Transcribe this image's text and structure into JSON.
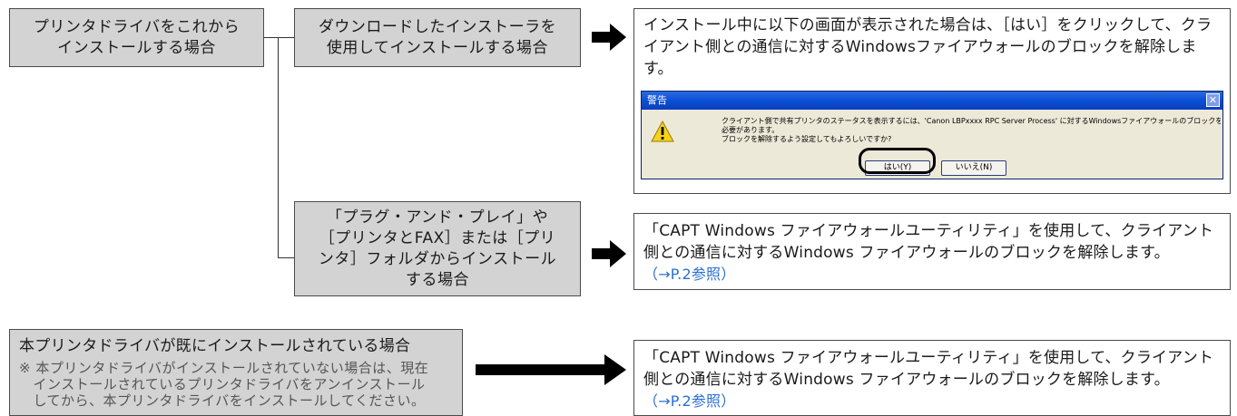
{
  "boxes": {
    "install_new": "プリンタドライバをこれから\nインストールする場合",
    "use_installer": "ダウンロードしたインストーラを\n使用してインストールする場合",
    "plug_and_play": "「プラグ・アンド・プレイ」や\n［プリンタとFAX］または［プリ\nンタ］フォルダからインストール\nする場合",
    "already_installed_title": "本プリンタドライバが既にインストールされている場合",
    "already_installed_note": "※ 本プリンタドライバがインストールされていない場合は、現在\n　インストールされているプリンタドライバをアンインストール\n　してから、本プリンタドライバをインストールしてください。"
  },
  "results": {
    "installer_result": "インストール中に以下の画面が表示された場合は、［はい］をクリックして、クライアント側との通信に対するWindowsファイアウォールのブロックを解除します。",
    "utility_result_1": "「CAPT Windows ファイアウォールユーティリティ」を使用して、クライアント側との通信に対するWindows ファイアウォールのブロックを解除します。",
    "utility_ref_1": "（→P.2参照）",
    "utility_result_2": "「CAPT Windows ファイアウォールユーティリティ」を使用して、クライアント側との通信に対するWindows ファイアウォールのブロックを解除します。",
    "utility_ref_2": "（→P.2参照）"
  },
  "dialog": {
    "title": "警告",
    "close_glyph": "✕",
    "message_line1": "クライアント側で共有プリンタのステータスを表示するには、'Canon LBPxxxx RPC Server Process' に対するWindowsファイアウォールのブロックを解除する",
    "message_line2": "必要があります。",
    "message_line3": "ブロックを解除するよう設定してもよろしいですか?",
    "yes_button": "はい(Y)",
    "no_button": "いいえ(N)",
    "icon": "warning-icon"
  },
  "colors": {
    "gray_box": "#d3d3d3",
    "reference_link": "#2a6fd0",
    "dialog_title_bar": "#0b4fd6"
  }
}
